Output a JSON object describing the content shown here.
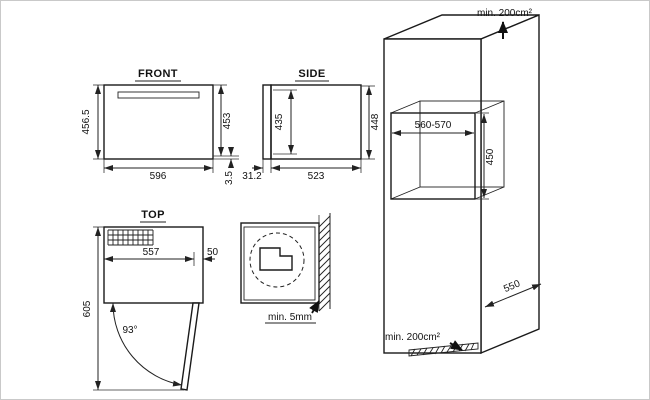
{
  "frame": {
    "front": {
      "title": "FRONT",
      "dim_height_total": "456.5",
      "dim_height_right": "453",
      "dim_width": "596",
      "dim_foot": "3.5"
    },
    "side": {
      "title": "SIDE",
      "dim_inner_height": "435",
      "dim_height": "448",
      "dim_door": "31.2",
      "dim_depth": "523"
    },
    "top": {
      "title": "TOP",
      "dim_width": "557",
      "dim_side": "50",
      "dim_depth_open": "605",
      "dim_angle": "93°"
    },
    "detail": {
      "dim_gap": "min. 5mm"
    },
    "cabinet": {
      "vent_top": "min. 200cm²",
      "dim_niche_width": "560-570",
      "dim_niche_height": "450",
      "dim_depth": "550",
      "vent_bottom": "min. 200cm²"
    }
  }
}
